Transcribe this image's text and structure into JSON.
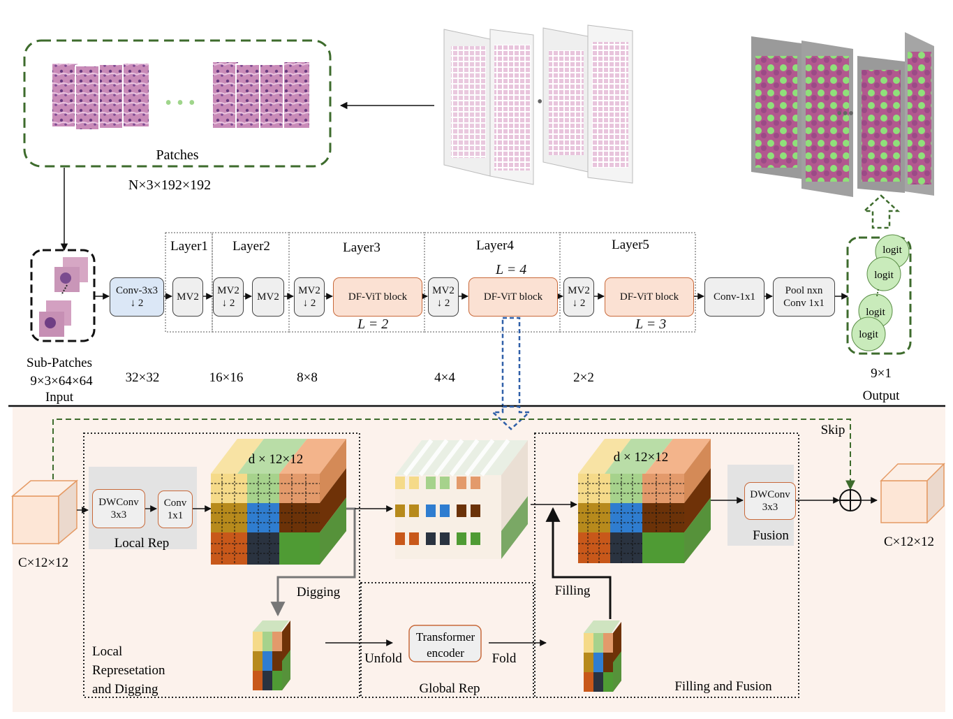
{
  "top": {
    "patches_label": "Patches",
    "patches_dims": "N×3×192×192",
    "patch_dots": "• • •"
  },
  "input": {
    "title": "Sub-Patches",
    "dims": "9×3×64×64",
    "label": "Input"
  },
  "pipeline": {
    "conv3": [
      "Conv-3x3",
      "↓ 2"
    ],
    "mv2": "MV2",
    "mv2_down": [
      "MV2",
      "↓ 2"
    ],
    "dfvit": "DF-ViT block",
    "conv1": "Conv-1x1",
    "pool": [
      "Pool nxn",
      "Conv 1x1"
    ],
    "layers": [
      "Layer1",
      "Layer2",
      "Layer3",
      "Layer4",
      "Layer5"
    ],
    "L_values": [
      "L = 2",
      "L = 4",
      "L = 3"
    ],
    "resolutions": [
      "32×32",
      "16×16",
      "8×8",
      "4×4",
      "2×2"
    ]
  },
  "output": {
    "logits": [
      "logit",
      "logit",
      "logit",
      "logit"
    ],
    "dims": "9×1",
    "label": "Output"
  },
  "bottom": {
    "input_dims": "C×12×12",
    "output_dims": "C×12×12",
    "dwconv": [
      "DWConv",
      "3x3"
    ],
    "conv1x1": [
      "Conv",
      "1x1"
    ],
    "local_rep": "Local Rep",
    "cube_label_1": "d × 12×12",
    "cube_label_2": "d × 12×12",
    "digging": "Digging",
    "filling": "Filling",
    "unfold": "Unfold",
    "fold": "Fold",
    "transformer": [
      "Transformer",
      "encoder"
    ],
    "global_rep": "Global Rep",
    "local_panel": [
      "Local",
      "Represetation",
      "and Digging"
    ],
    "fusion_dwconv": [
      "DWConv",
      "3x3"
    ],
    "fusion": "Fusion",
    "filling_fusion": "Filling and Fusion",
    "skip": "Skip"
  },
  "colors": {
    "green_dash": "#3d6b2c",
    "blue_dash": "#2f5fa8",
    "panel_bg": "#fcf2ec",
    "orange_cube": "#f3a56e"
  }
}
